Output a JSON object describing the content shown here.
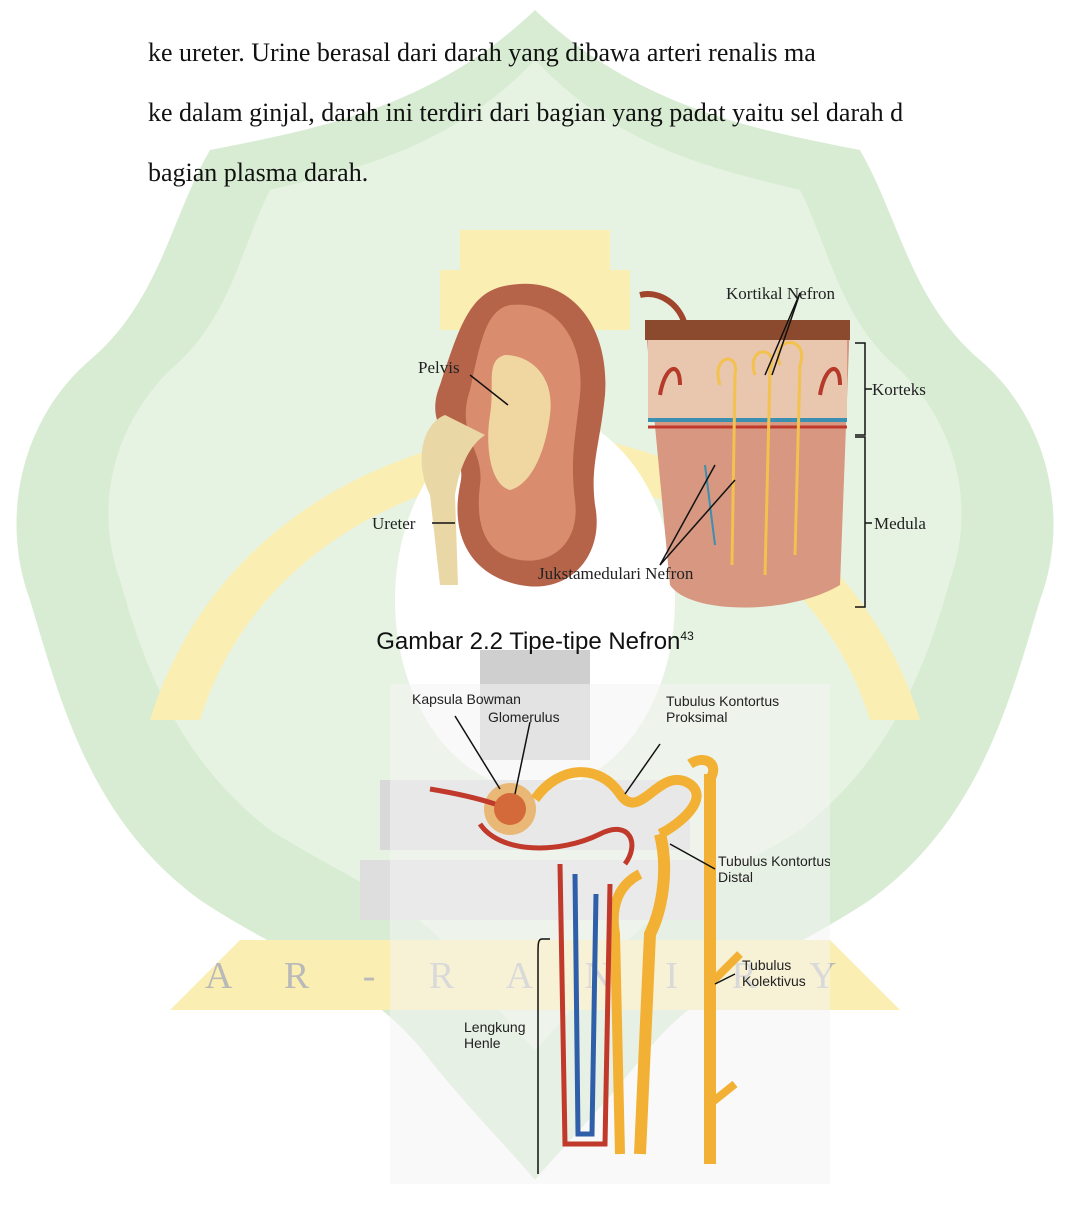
{
  "paragraph": {
    "line1": "ke ureter. Urine berasal dari darah yang dibawa arteri renalis ma",
    "line2": "ke dalam ginjal, darah ini terdiri dari bagian yang padat yaitu sel darah d",
    "line3": "bagian plasma darah."
  },
  "figure1": {
    "labels": {
      "kortikal": "Kortikal Nefron",
      "pelvis": "Pelvis",
      "korteks": "Korteks",
      "ureter": "Ureter",
      "medula": "Medula",
      "jukstamedulari": "Jukstamedulari Nefron"
    },
    "caption": "Gambar 2.2 Tipe-tipe Nefron",
    "footnote": "43"
  },
  "figure2": {
    "labels": {
      "kapsula": "Kapsula Bowman",
      "glomerulus": "Glomerulus",
      "proksimal_1": "Tubulus Kontortus",
      "proksimal_2": "Proksimal",
      "distal_1": "Tubulus Kontortus",
      "distal_2": "Distal",
      "kolektivus_1": "Tubulus",
      "kolektivus_2": "Kolektivus",
      "henle_1": "Lengkung",
      "henle_2": "Henle"
    }
  },
  "watermark": {
    "text": "A R - R A N I R Y",
    "colors": {
      "green": "#d8ecd3",
      "yellow": "#fbeeb2",
      "gray": "#d4d4d4"
    }
  }
}
